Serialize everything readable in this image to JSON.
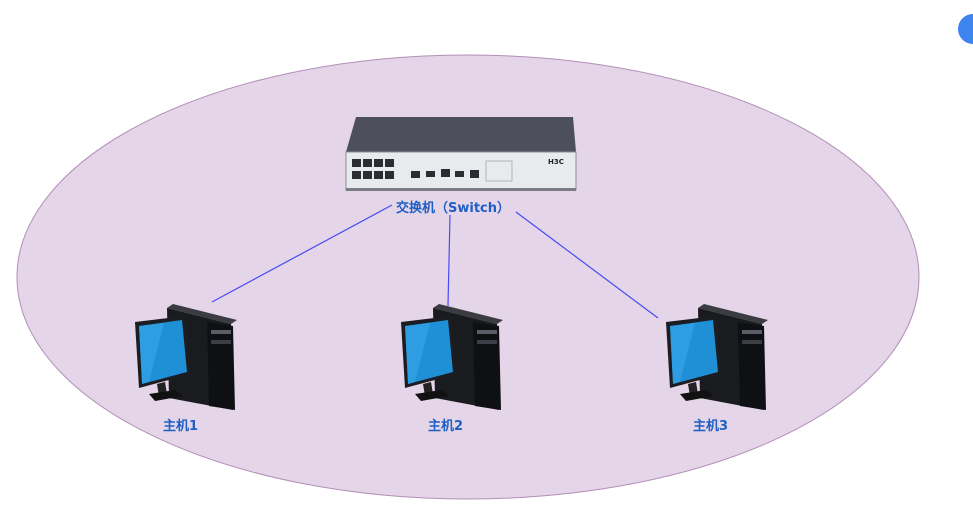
{
  "diagram": {
    "switch_label": "交换机（Switch）",
    "hosts": [
      {
        "label": "主机1"
      },
      {
        "label": "主机2"
      },
      {
        "label": "主机3"
      }
    ],
    "switch_brand_text": "H3C"
  },
  "colors": {
    "network_fill": "#e4d5e8",
    "network_border": "#b38fb8",
    "link": "#4a4af5",
    "label": "#1f5fc4",
    "corner_button": "#3d84ef"
  }
}
